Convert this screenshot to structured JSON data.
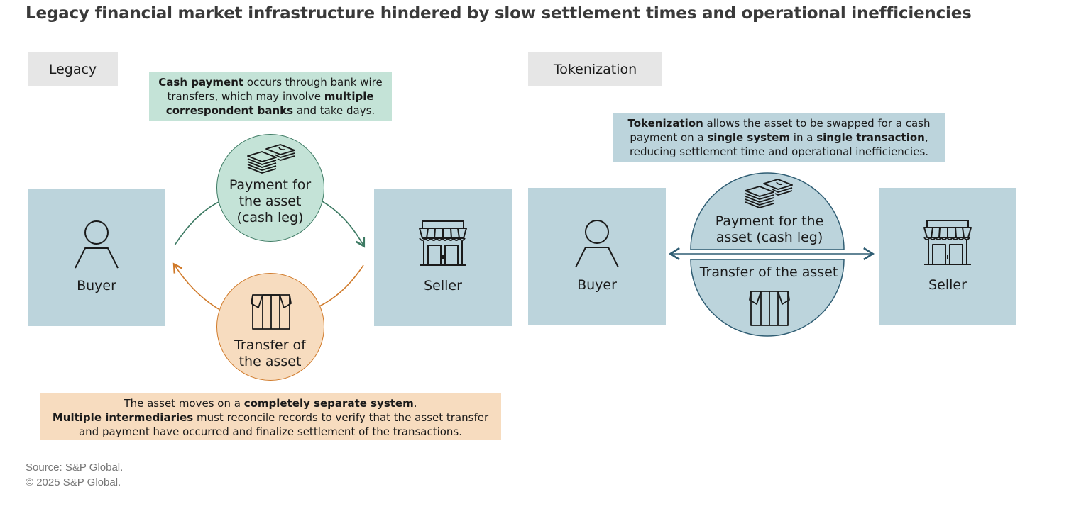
{
  "title": "Legacy financial market infrastructure hindered by slow settlement times and operational inefficiencies",
  "legacy": {
    "tab_label": "Legacy",
    "cash_note": {
      "b1": "Cash payment",
      "t1": " occurs through bank wire transfers, which may involve ",
      "b2": "multiple correspondent banks",
      "t2": " and take days."
    },
    "buyer_label": "Buyer",
    "seller_label": "Seller",
    "payment_circle": {
      "line1": "Payment for",
      "line2": "the asset",
      "line3": "(cash leg)"
    },
    "transfer_circle": {
      "line1": "Transfer of",
      "line2": "the asset"
    },
    "asset_note": {
      "t1": "The asset moves on a ",
      "b1": "completely separate system",
      "t2": ".",
      "b2": "Multiple intermediaries",
      "t3": " must reconcile records to verify that the asset transfer and payment have occurred and finalize settlement of the transactions."
    },
    "colors": {
      "cash": "#c4e3d7",
      "cash_stroke": "#3d7a63",
      "asset": "#f7dcbf",
      "asset_stroke": "#d07a2a",
      "party": "#bcd4dc"
    }
  },
  "tokenization": {
    "tab_label": "Tokenization",
    "note": {
      "b1": "Tokenization",
      "t1": " allows the asset to be swapped for a cash payment on a ",
      "b2": "single system",
      "t2": " in a ",
      "b3": "single transaction",
      "t3": ", reducing settlement time and operational inefficiencies."
    },
    "buyer_label": "Buyer",
    "seller_label": "Seller",
    "payment_label": {
      "line1": "Payment for the",
      "line2": "asset (cash leg)"
    },
    "transfer_label": "Transfer of the asset",
    "colors": {
      "circle": "#bcd4dc",
      "stroke": "#2f5d73"
    }
  },
  "footer": {
    "source": "Source: S&P Global.",
    "copyright": "© 2025 S&P Global."
  },
  "icons": [
    "person-icon",
    "storefront-icon",
    "cash-stack-icon",
    "box-icon"
  ]
}
